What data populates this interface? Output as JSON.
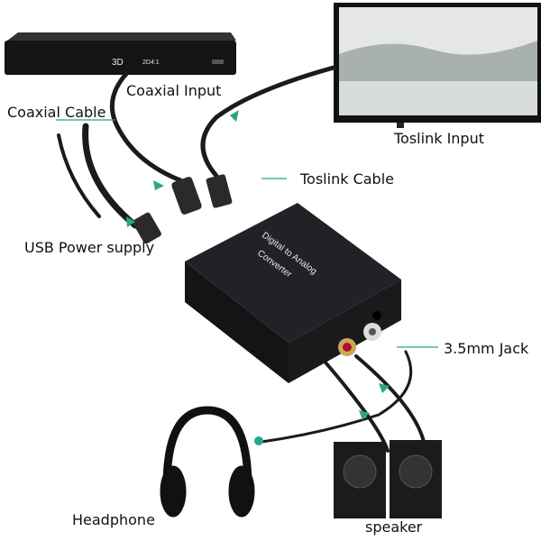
{
  "labels": {
    "coaxial_input": "Coaxial Input",
    "coaxial_cable": "Coaxial Cable",
    "toslink_input": "Toslink Input",
    "toslink_cable": "Toslink Cable",
    "usb_power": "USB Power supply",
    "jack": "3.5mm Jack",
    "headphone": "Headphone",
    "speaker": "speaker"
  },
  "device": {
    "line1": "Digital to Analog",
    "line2": "Converter",
    "dvd_badge": "3D",
    "dvd_display": "2D4:1"
  },
  "colors": {
    "arrow": "#2aa58a",
    "device": "#1c1c1e",
    "tv_frame": "#111111"
  }
}
